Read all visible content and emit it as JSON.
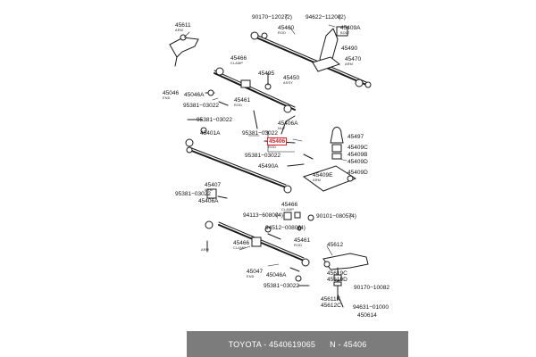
{
  "colors": {
    "highlight": "#e0202a",
    "footer_bg": "#7c7c7c",
    "footer_text": "#ffffff"
  },
  "labels": {
    "p45611": "45611",
    "p90170_12027": "90170−12027",
    "p90170_12027_qty": "(2)",
    "p94622_11200": "94622−11200",
    "p94622_11200_qty": "(2)",
    "p45409A": "45409A",
    "p45460": "45460",
    "p45490": "45490",
    "p45470": "45470",
    "p45466_a": "45466",
    "p45495": "45495",
    "p45450": "45450",
    "p45046": "45046",
    "p45046A_a": "45046A",
    "p45461_a": "45461",
    "p95381_03022_a": "95381−03022",
    "p95381_03022_b": "95381−03022",
    "p45406A": "45406A",
    "p95381_03022_c": "95381−03022",
    "p45401A": "45401A",
    "p45406": "45406",
    "p45497": "45497",
    "p45409C": "45409C",
    "p45409B": "45409B",
    "p45409D_a": "45409D",
    "p95381_03022_d": "95381−03022",
    "p45490A": "45490A",
    "p45409E": "45409E",
    "p45409D_b": "45409D",
    "p45407": "45407",
    "p95381_03022_e": "95381−03022",
    "p45406A_b": "45406A",
    "p45466_b": "45466",
    "p94113_60800": "94113−60800",
    "p94113_60800_qty": "(4)",
    "p90101_08057": "90101−08057",
    "p90101_08057_qty": "(4)",
    "p94512_00800": "94512−00800",
    "p94512_00800_qty": "(4)",
    "p45466_c": "45466",
    "p45461_b": "45461",
    "p45612": "45612",
    "p45047": "45047",
    "p45046A_b": "45046A",
    "p45619C": "45619C",
    "p45619D": "45619D",
    "p90170_10082": "90170−10082",
    "p95381_03022_f": "95381−03022",
    "p45611K": "45611K",
    "p45612C": "45612C",
    "p94631_01000": "94631−01000",
    "p450614": "450614"
  },
  "sublabels": {
    "arm_a": "ARM",
    "bolt_a": "BOLT",
    "rod_a": "ROD",
    "clamp_a": "CLAMP",
    "arm_b": "ARM",
    "assy_a": "ASSY",
    "end_a": "END",
    "rod_b": "ROD",
    "nut_a": "NUT",
    "rod_c": "ROD",
    "arm_c": "ARM",
    "arm_d": "ARM",
    "clamp_b": "CLAMP",
    "arm_e": "ARM",
    "clamp_c": "CLAMP",
    "rod_d": "ROD",
    "end_b": "END"
  },
  "footer": {
    "brand": "TOYOTA",
    "separator": "-",
    "part_number": "4540619065",
    "ref": "N - 45406"
  }
}
